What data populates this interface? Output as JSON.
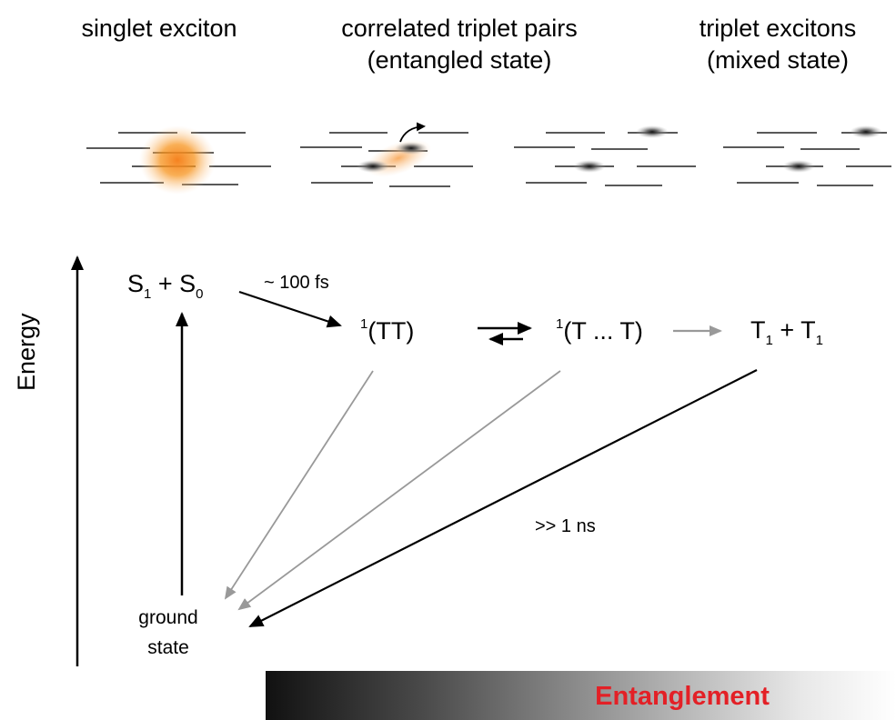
{
  "headers": {
    "singlet": [
      "singlet exciton"
    ],
    "correlated": [
      "correlated triplet pairs",
      "(entangled state)"
    ],
    "triplet": [
      "triplet excitons",
      "(mixed state)"
    ]
  },
  "states": {
    "s1s0": {
      "a": "S",
      "a_sub": "1",
      "plus": " + ",
      "b": "S",
      "b_sub": "0"
    },
    "tt": {
      "sup": "1",
      "text": "(TT)"
    },
    "t_t": {
      "sup": "1",
      "text": "(T ... T)"
    },
    "t1t1": {
      "a": "T",
      "a_sub": "1",
      "plus": " + ",
      "b": "T",
      "b_sub": "1"
    }
  },
  "timescales": {
    "fast": "~ 100 fs",
    "slow": ">> 1 ns"
  },
  "axis_label": "Energy",
  "ground_state": [
    "ground",
    "state"
  ],
  "bar_label": "Entanglement",
  "colors": {
    "exciton_glow": "#f7941d",
    "triplet_dot": "#333333",
    "arrow_black": "#000000",
    "arrow_gray": "#999999",
    "entanglement_text": "#e32026"
  }
}
